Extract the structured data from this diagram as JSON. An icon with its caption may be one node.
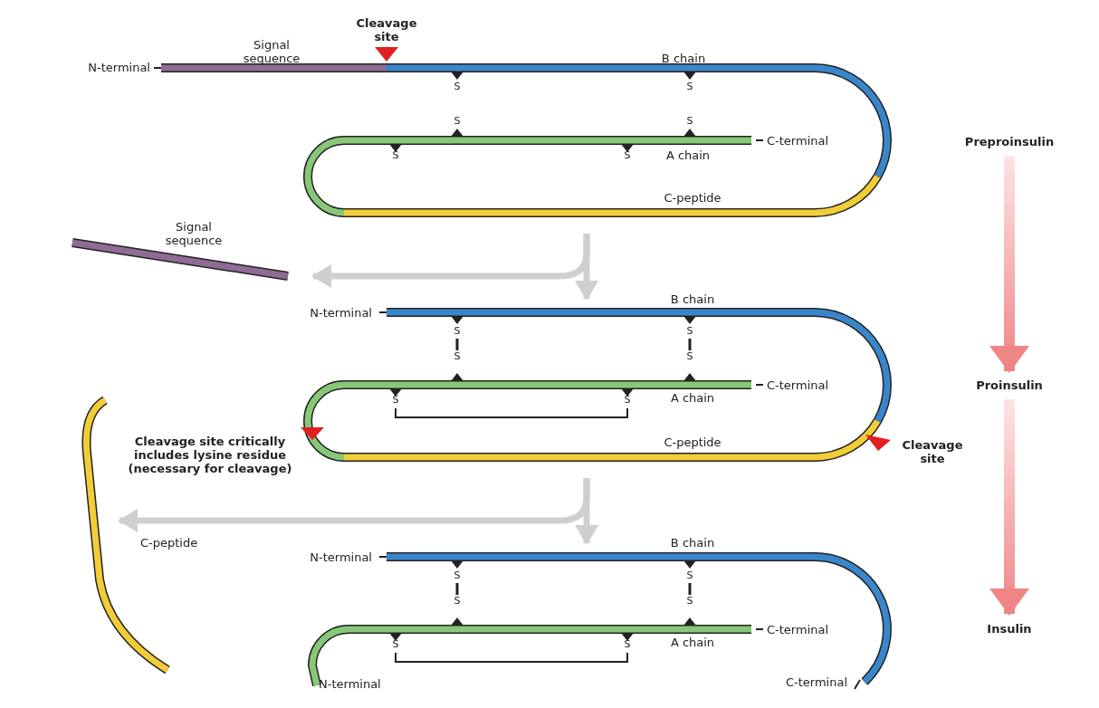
{
  "diagram": {
    "nodes": [
      {
        "text": [
          "Preproinsulin"
        ]
      },
      {
        "text": [
          "Proinsulin"
        ]
      },
      {
        "text": [
          "Insulin"
        ]
      },
      {
        "text": [],
        "shape": "picture"
      },
      {
        "text": [],
        "shape": "bar"
      },
      {
        "text": [],
        "shape": "picture"
      },
      {
        "text": [],
        "shape": "bar"
      },
      {
        "text": [],
        "shape": "picture"
      }
    ],
    "edges": [
      {
        "from": 0,
        "to": 1,
        "arrow": "to"
      },
      {
        "from": 1,
        "to": 2,
        "arrow": "to"
      },
      {
        "from": 3,
        "to": 5,
        "arrow": "to"
      },
      {
        "from": 3,
        "to": 4,
        "arrow": "to"
      },
      {
        "from": 5,
        "to": 7,
        "arrow": "to"
      },
      {
        "from": 5,
        "to": 6,
        "arrow": "to"
      }
    ],
    "labels": [
      "Cleavage site",
      "Signal sequence",
      "N-terminal",
      "B chain",
      "S",
      "S",
      "S",
      "S",
      "C-terminal",
      "S",
      "S",
      "A chain",
      "C-peptide",
      "Signal sequence",
      "N-terminal",
      "B chain",
      "S",
      "S",
      "S",
      "S",
      "C-terminal",
      "S",
      "S",
      "A chain",
      "Cleavage site critically includes lysine residue (necessary for cleavage)",
      "C-peptide",
      "Cleavage site",
      "C-peptide",
      "N-terminal",
      "B chain",
      "S",
      "S",
      "S",
      "S",
      "C-terminal",
      "S",
      "S",
      "A chain",
      "N-terminal",
      "C-terminal"
    ]
  }
}
